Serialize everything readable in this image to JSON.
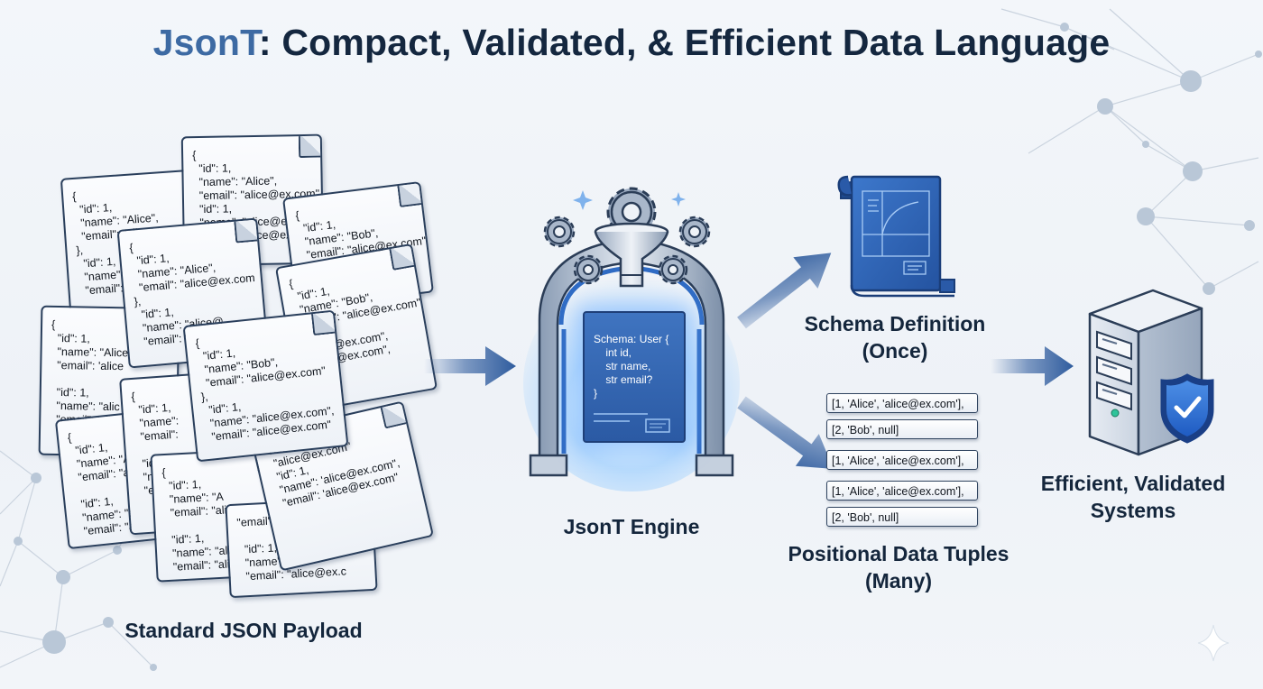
{
  "title": {
    "accent": "JsonT",
    "rest": ": Compact, Validated, & Efficient Data Language"
  },
  "json_cards": [
    {
      "text": "{\n  \"id\": 1,\n  \"name\": \"Alice\",\n  \"email\": \"alice@ex.com\"\n},\n  \"id\": 1,\n  \"name\": \"alice@ex.com\n  \"email\": \"alice@ex.com"
    },
    {
      "text": "{\n  \"id\": 1,\n  \"name\": \"Alice\",\n  \"email\": \"alice@ex.com\"\n  \"id\": 1,\n  \"name\": \"alice@ex.com\n  \"email\": \"alice@ex.com"
    },
    {
      "text": "{\n  \"id\": 1,\n  \"name\": \"Bob\",\n  \"email\": \"alice@ex.com\""
    },
    {
      "text": "{\n  \"id\": 1,\n  \"name\": \"Alice\n  \"email\": 'alice\n\n  \"id\": 1,\n  \"name\": \"alic\n  \"email\": 'alic"
    },
    {
      "text": "{\n  \"id\": 1,\n  \"name\": \"Alice\",\n  \"email\": \"alice@ex.com\n},\n  \"id\": 1,\n  \"name\": \"alice@\n  \"email\": \"alice@"
    },
    {
      "text": "{\n  \"id\": 1,\n  \"name\": \"Bob\",\n  \"email\": \"alice@ex.com\"\n\n  \"alice@ex.com\",\n  \"alice@ex.com\","
    },
    {
      "text": "{\n  \"id\": 1,\n  \"name\": \"Bob\",\n  \"email\": \"alice@ex.com\"\n},\n  \"id\": 1,\n  \"name\": \"alice@ex.com\",\n  \"email\": \"alice@ex.com\""
    },
    {
      "text": "{\n  \"id\": 1,\n  \"name\": \"A\n  \"email\": \"alic\n\n  \"id\": 1,\n  \"name\": \"alic\n  \"email\": \"alic"
    },
    {
      "text": "{\n  \"id\": 1,\n  \"name\":\n  \"email\":\n\n  \"id\": 1,\n  \"name\":\n  \"email\":"
    },
    {
      "text": "{\n  \"id\": 1,\n  \"name\": \"A\n  \"email\": \"alic\n\n  \"id\": 1,\n  \"name\": \"alice@ex.com\",\n  \"email\": \"alice@ex.com\""
    },
    {
      "text": "\"Bob\",\n  \"alice@ex.com\"\n  \"id\": 1,\n  \"name\": 'alice@ex.com\",\n  \"email\": 'alice@ex.com\""
    },
    {
      "text": "\"email\": \"a\n\n  \"id\": 1,\n  \"name\": \"alic\n  \"email\": \"alice@ex.c"
    }
  ],
  "labels": {
    "standard_json": "Standard JSON Payload",
    "engine": "JsonT Engine",
    "schema_line1": "Schema Definition",
    "schema_line2": "(Once)",
    "tuples_line1": "Positional Data Tuples",
    "tuples_line2": "(Many)",
    "systems_line1": "Efficient, Validated",
    "systems_line2": "Systems"
  },
  "engine_schema_text": "Schema: User {\n    int id,\n    str name,\n    str email?\n}",
  "tuples": [
    "[1, 'Alice', 'alice@ex.com'],",
    "[2, 'Bob', null]",
    "[1, 'Alice', 'alice@ex.com'],",
    "[1, 'Alice', 'alice@ex.com'],",
    "[2, 'Bob', null]"
  ],
  "icons": [
    "gear-icon",
    "funnel-icon",
    "portal-arch-icon",
    "schema-scroll-icon",
    "server-icon",
    "shield-check-icon",
    "arrow-right-icon",
    "sparkle-icon"
  ],
  "colors": {
    "title_accent": "#3d6aa3",
    "title_text": "#14273f",
    "outline": "#2a3f5c",
    "engine_blue": "#2b5aa4",
    "arrow_blue": "#2f5c9e",
    "shield_blue": "#2a6ad0"
  }
}
